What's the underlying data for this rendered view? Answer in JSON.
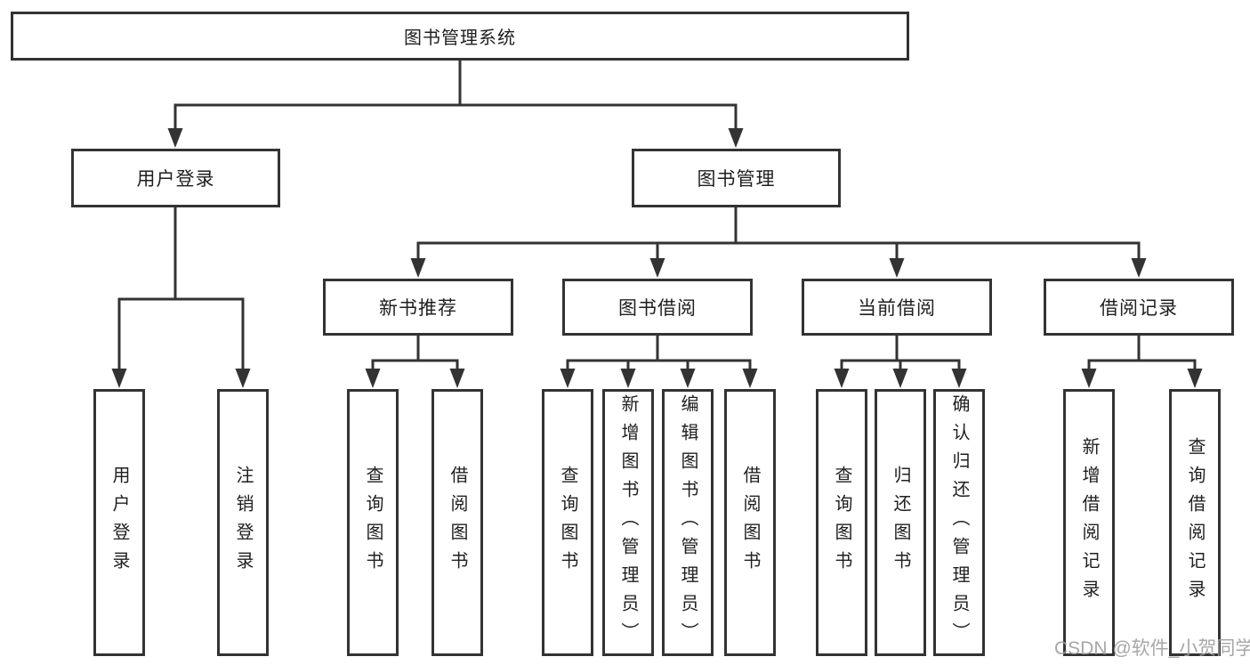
{
  "diagram": {
    "title": "图书管理系统",
    "watermark": "CSDN @软件_小贺同学",
    "level2": {
      "user_login": {
        "label": "用户登录",
        "leaves": [
          {
            "label": "用户登录"
          },
          {
            "label": "注销登录"
          }
        ]
      },
      "book_management": {
        "label": "图书管理",
        "sections": [
          {
            "label": "新书推荐",
            "leaves": [
              {
                "label": "查询图书"
              },
              {
                "label": "借阅图书"
              }
            ]
          },
          {
            "label": "图书借阅",
            "leaves": [
              {
                "label": "查询图书"
              },
              {
                "label": "新增图书（管理员）"
              },
              {
                "label": "编辑图书（管理员）"
              },
              {
                "label": "借阅图书"
              }
            ]
          },
          {
            "label": "当前借阅",
            "leaves": [
              {
                "label": "查询图书"
              },
              {
                "label": "归还图书"
              },
              {
                "label": "确认归还（管理员）"
              }
            ]
          },
          {
            "label": "借阅记录",
            "leaves": [
              {
                "label": "新增借阅记录"
              },
              {
                "label": "查询借阅记录"
              }
            ]
          }
        ]
      }
    },
    "colors": {
      "line": "#333333",
      "text": "#1f1f1f",
      "watermark": "#9e9e9e",
      "background": "#ffffff"
    }
  }
}
